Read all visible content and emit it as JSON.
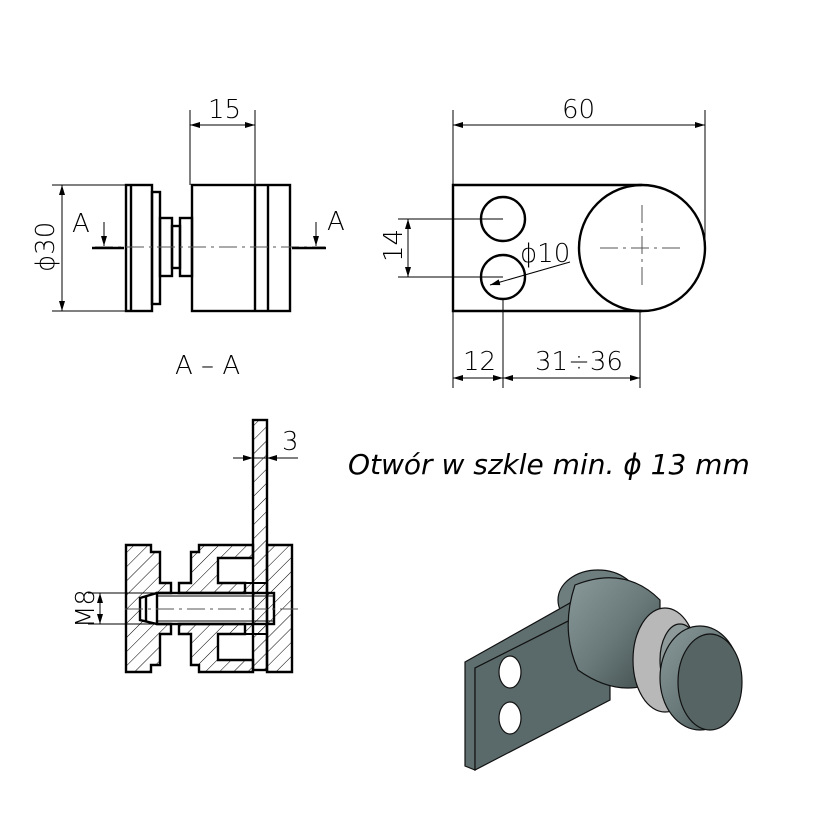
{
  "drawing": {
    "view_side": {
      "dim_width": "15",
      "dim_diameter": "ϕ30",
      "section_mark_left": "A",
      "section_mark_right": "A",
      "section_label": "A – A"
    },
    "view_front": {
      "dim_length": "60",
      "dim_hole_spacing": "14",
      "dim_hole_diameter": "ϕ10",
      "dim_hole_offset": "12",
      "dim_range": "31÷36"
    },
    "view_section": {
      "dim_plate": "3",
      "dim_thread": "M8"
    },
    "note": "Otwór w szkle min. ϕ  13 mm",
    "colors": {
      "line": "#000000",
      "render_body": "#5f6e6e",
      "render_ring": "#b8b8b8"
    }
  }
}
